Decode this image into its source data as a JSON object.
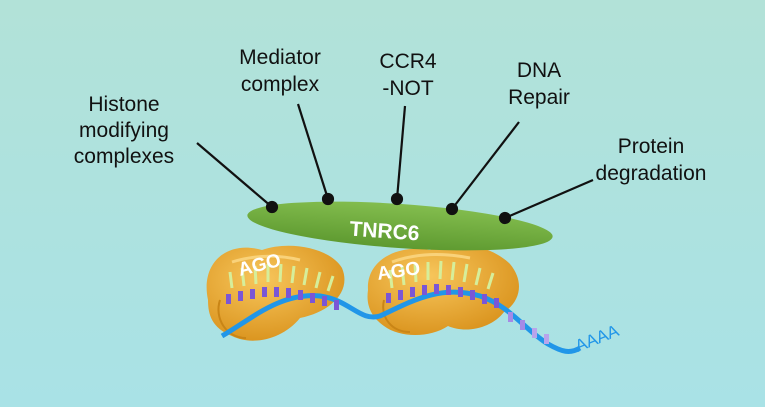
{
  "labels": {
    "histone": [
      "Histone",
      "modifying",
      "complexes"
    ],
    "mediator": [
      "Mediator",
      "complex"
    ],
    "ccr4": [
      "CCR4",
      "-NOT"
    ],
    "dna": [
      "DNA",
      "Repair"
    ],
    "protein": [
      "Protein",
      "degradation"
    ]
  },
  "scaffold": {
    "label": "TNRC6",
    "color": "#6faa3c"
  },
  "argonaute": {
    "label_left": "AGO",
    "label_right": "AGO",
    "color": "#eaaa2e"
  },
  "rna": {
    "tail_label": "AAAA",
    "color": "#2196e8"
  },
  "colors": {
    "background_top": "#b2e2d8",
    "background_bottom": "#a9e2e6",
    "pointer": "#111111",
    "base_pairs": "#7a56d6",
    "guide": "#d6ee9a"
  }
}
